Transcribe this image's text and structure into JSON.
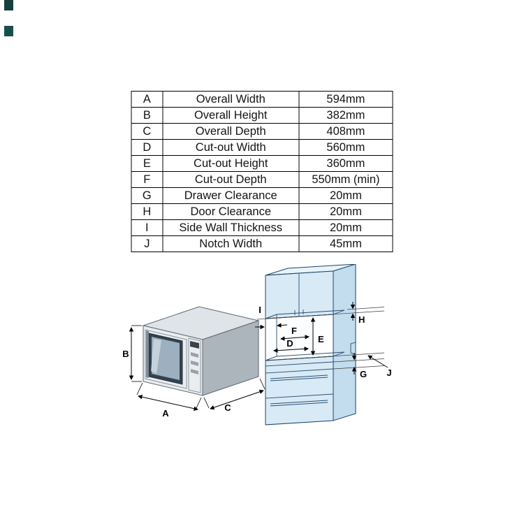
{
  "spec_table": {
    "rows": [
      {
        "key": "A",
        "label": "Overall Width",
        "value": "594mm"
      },
      {
        "key": "B",
        "label": "Overall Height",
        "value": "382mm"
      },
      {
        "key": "C",
        "label": "Overall Depth",
        "value": "408mm"
      },
      {
        "key": "D",
        "label": "Cut-out Width",
        "value": "560mm"
      },
      {
        "key": "E",
        "label": "Cut-out Height",
        "value": "360mm"
      },
      {
        "key": "F",
        "label": "Cut-out Depth",
        "value": "550mm (min)"
      },
      {
        "key": "G",
        "label": "Drawer Clearance",
        "value": "20mm"
      },
      {
        "key": "H",
        "label": "Door Clearance",
        "value": "20mm"
      },
      {
        "key": "I",
        "label": "Side Wall Thickness",
        "value": "20mm"
      },
      {
        "key": "J",
        "label": "Notch Width",
        "value": "45mm"
      }
    ]
  },
  "diagram": {
    "labels": {
      "A": "A",
      "B": "B",
      "C": "C",
      "D": "D",
      "E": "E",
      "F": "F",
      "G": "G",
      "H": "H",
      "I": "I",
      "J": "J"
    },
    "colors": {
      "cabinet_front": "#d8eaf6",
      "cabinet_side": "#c3dcee",
      "cabinet_top": "#e9f3fa",
      "cutout": "#fcfeff",
      "cutout_inner_top": "#c2d7e4",
      "cutout_inner_left": "#e2eef6",
      "cutout_inner_bottom": "#edf4f9",
      "microwave_front": "#eaedf0",
      "microwave_side": "#adb5bc",
      "microwave_top": "#dfe4e8",
      "window_glass": "#334250",
      "window_inner": "#9db0bf"
    }
  }
}
